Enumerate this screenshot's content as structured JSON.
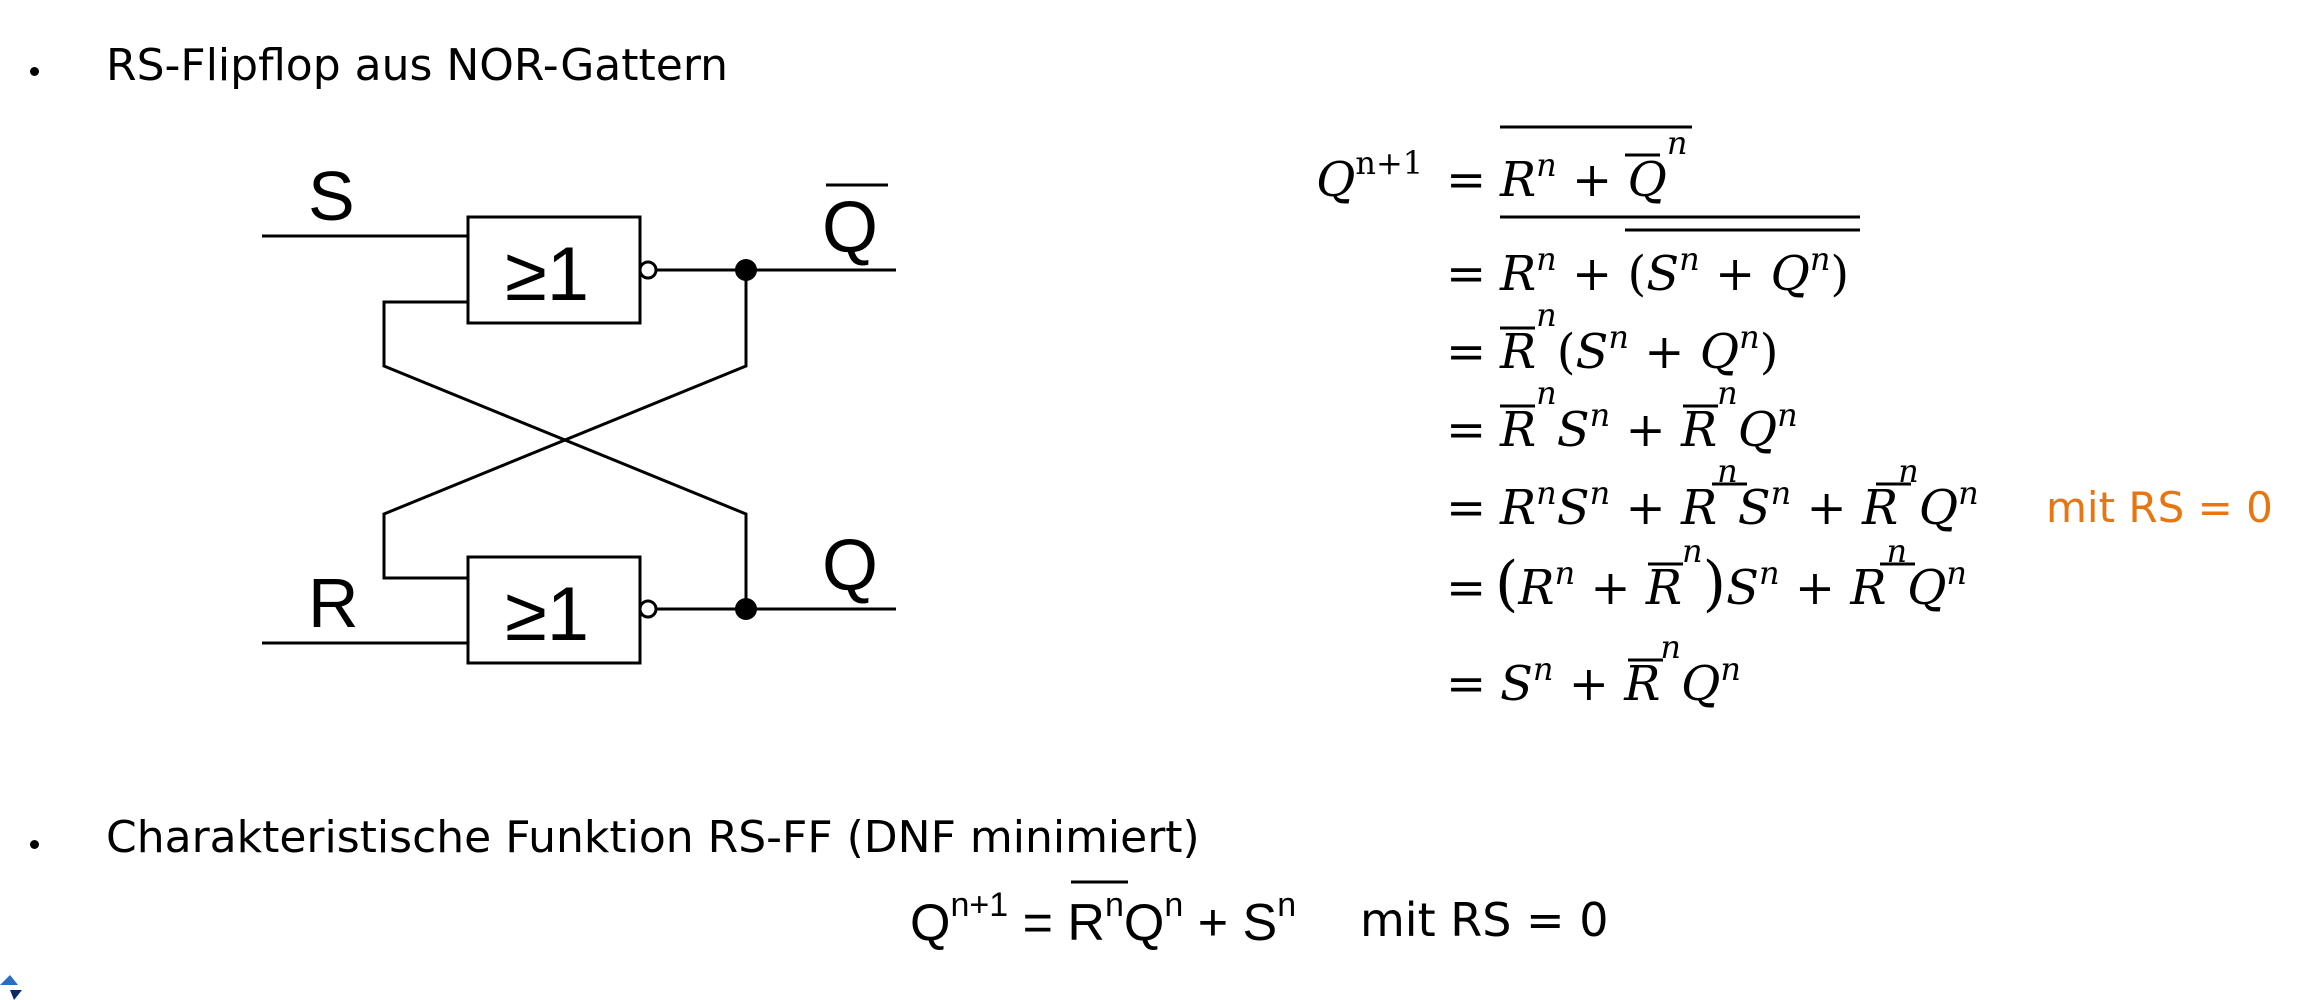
{
  "bullets": [
    {
      "text": "RS-Flipflop aus NOR-Gattern"
    },
    {
      "text": "Charakteristische Funktion RS-FF (DNF minimiert)"
    }
  ],
  "circuit": {
    "input_s": "S",
    "input_r": "R",
    "gate_label": "≥1",
    "output_qbar": "Q",
    "output_q": "Q"
  },
  "equations": {
    "lhs": "Q",
    "lhs_sup": "n+1",
    "note": "mit RS = 0",
    "note_color": "#e8750f"
  },
  "result": {
    "formula_q": "Q",
    "formula_sup": "n+1",
    "note": "mit RS = 0"
  }
}
